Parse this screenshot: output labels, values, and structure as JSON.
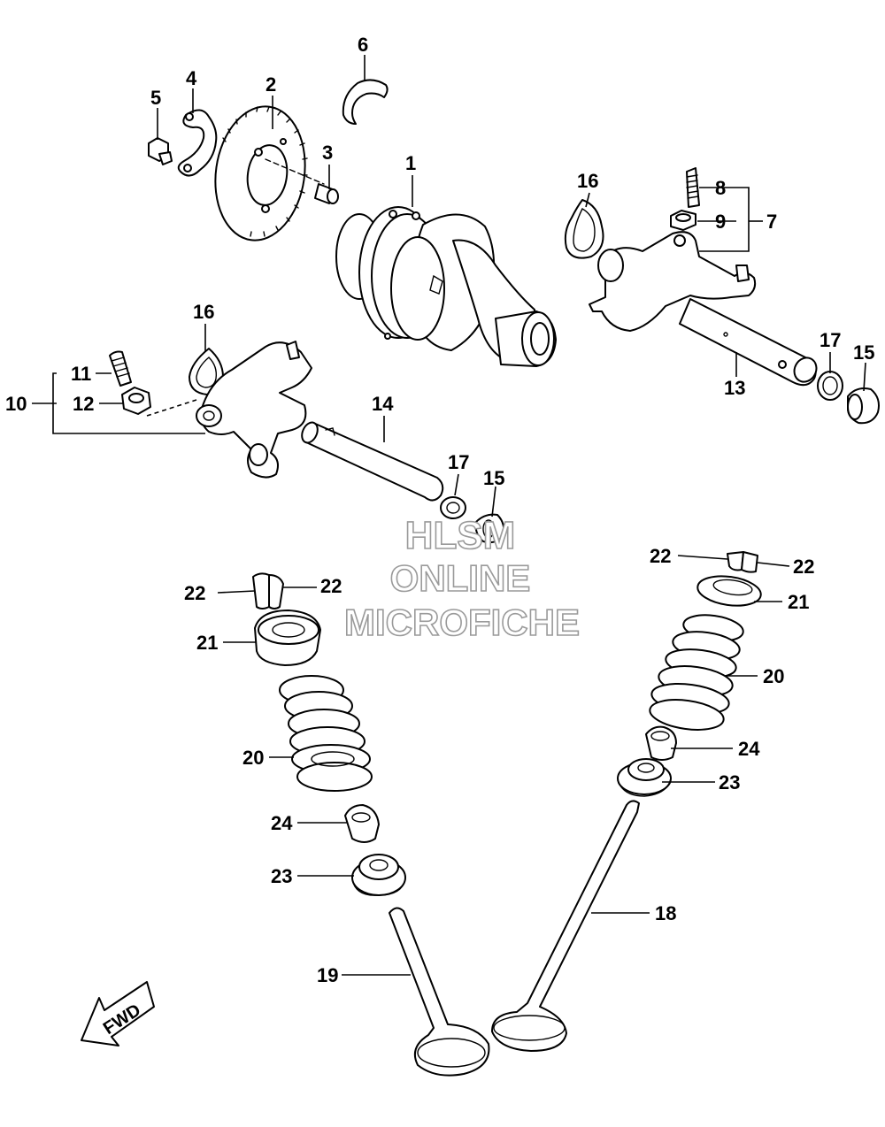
{
  "callouts": {
    "c1": "1",
    "c2": "2",
    "c3": "3",
    "c4": "4",
    "c5": "5",
    "c6": "6",
    "c7": "7",
    "c8": "8",
    "c9": "9",
    "c10": "10",
    "c11": "11",
    "c12": "12",
    "c13": "13",
    "c14": "14",
    "c15a": "15",
    "c15b": "15",
    "c16a": "16",
    "c16b": "16",
    "c17a": "17",
    "c17b": "17",
    "c18": "18",
    "c19": "19",
    "c20a": "20",
    "c20b": "20",
    "c21a": "21",
    "c21b": "21",
    "c22a": "22",
    "c22b": "22",
    "c22c": "22",
    "c22d": "22",
    "c23a": "23",
    "c23b": "23",
    "c24a": "24",
    "c24b": "24"
  },
  "watermark": {
    "line1": "HLSM",
    "line2": "ONLINE",
    "line3": "MICROFICHE"
  },
  "direction_arrow": {
    "label": "FWD"
  },
  "colors": {
    "line": "#000000",
    "background": "#ffffff",
    "watermark_outline": "#9a9a9a"
  }
}
